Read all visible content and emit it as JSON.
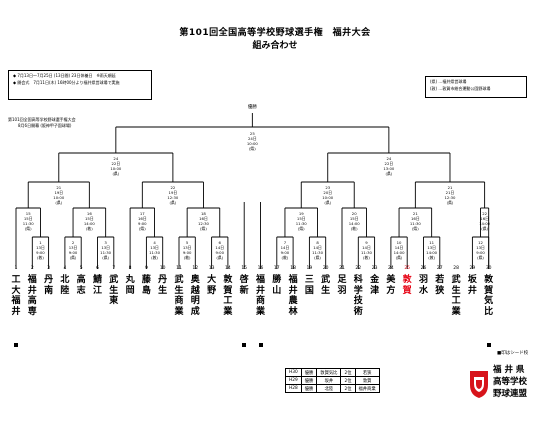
{
  "title": "第101回全国高等学校野球選手権　福井大会",
  "subtitle": "組み合わせ",
  "schedule": {
    "line1": "◆ 7月13日～7月25日 (13日間) 23日休養日　※雨天順延",
    "line2": "◆ 開会式　7月11日(木) 16時00分より福井県営球場で実施"
  },
  "legend": {
    "line1": "(県) …福井県営球場",
    "line2": "(敦) …敦賀市総合運動公園野球場"
  },
  "national_note": {
    "line1": "第101回全国高等学校野球選手権大会",
    "line2": "8月6日開幕 (阪神甲子園球場)"
  },
  "champion_label": "優勝",
  "teams": [
    {
      "num": "1",
      "name": "工大福井",
      "seed": true,
      "highlight": false
    },
    {
      "num": "2",
      "name": "福井高専",
      "seed": false,
      "highlight": false
    },
    {
      "num": "3",
      "name": "丹南",
      "seed": false,
      "highlight": false
    },
    {
      "num": "4",
      "name": "北陸",
      "seed": false,
      "highlight": false
    },
    {
      "num": "5",
      "name": "高志",
      "seed": false,
      "highlight": false
    },
    {
      "num": "6",
      "name": "鯖江",
      "seed": false,
      "highlight": false
    },
    {
      "num": "7",
      "name": "武生東",
      "seed": false,
      "highlight": false
    },
    {
      "num": "8",
      "name": "丸岡",
      "seed": false,
      "highlight": false
    },
    {
      "num": "9",
      "name": "藤島",
      "seed": false,
      "highlight": false
    },
    {
      "num": "10",
      "name": "丹生",
      "seed": false,
      "highlight": false
    },
    {
      "num": "11",
      "name": "武生商業",
      "seed": false,
      "highlight": false
    },
    {
      "num": "12",
      "name": "奥越明成",
      "seed": false,
      "highlight": false
    },
    {
      "num": "13",
      "name": "大野",
      "seed": false,
      "highlight": false
    },
    {
      "num": "14",
      "name": "敦賀工業",
      "seed": false,
      "highlight": false
    },
    {
      "num": "15",
      "name": "啓新",
      "seed": true,
      "highlight": false
    },
    {
      "num": "16",
      "name": "福井商業",
      "seed": true,
      "highlight": false
    },
    {
      "num": "17",
      "name": "勝山",
      "seed": false,
      "highlight": false
    },
    {
      "num": "18",
      "name": "福井農林",
      "seed": false,
      "highlight": false
    },
    {
      "num": "19",
      "name": "三国",
      "seed": false,
      "highlight": false
    },
    {
      "num": "20",
      "name": "武生",
      "seed": false,
      "highlight": false
    },
    {
      "num": "21",
      "name": "足羽",
      "seed": false,
      "highlight": false
    },
    {
      "num": "22",
      "name": "科学技術",
      "seed": false,
      "highlight": false
    },
    {
      "num": "23",
      "name": "金津",
      "seed": false,
      "highlight": false
    },
    {
      "num": "24",
      "name": "美方",
      "seed": false,
      "highlight": false
    },
    {
      "num": "25",
      "name": "敦賀",
      "seed": false,
      "highlight": true
    },
    {
      "num": "26",
      "name": "羽水",
      "seed": false,
      "highlight": false
    },
    {
      "num": "27",
      "name": "若狭",
      "seed": false,
      "highlight": false
    },
    {
      "num": "28",
      "name": "武生工業",
      "seed": false,
      "highlight": false
    },
    {
      "num": "29",
      "name": "坂井",
      "seed": false,
      "highlight": false
    },
    {
      "num": "30",
      "name": "敦賀気比",
      "seed": true,
      "highlight": false
    }
  ],
  "matches": {
    "r1": [
      {
        "no": "1",
        "date": "13日",
        "time": "9:00",
        "venue": "(敦)"
      },
      {
        "no": "2",
        "date": "13日",
        "time": "9:00",
        "venue": "(県)"
      },
      {
        "no": "3",
        "date": "13日",
        "time": "11:30",
        "venue": "(県)"
      },
      {
        "no": "4",
        "date": "13日",
        "time": "11:30",
        "venue": "(敦)"
      },
      {
        "no": "5",
        "date": "13日",
        "time": "9:00",
        "venue": "(敦)"
      },
      {
        "no": "6",
        "date": "14日",
        "time": "9:00",
        "venue": "(県)"
      },
      {
        "no": "7",
        "date": "14日",
        "time": "9:00",
        "venue": "(敦)"
      },
      {
        "no": "8",
        "date": "14日",
        "time": "11:30",
        "venue": "(県)"
      },
      {
        "no": "9",
        "date": "14日",
        "time": "11:30",
        "venue": "(敦)"
      },
      {
        "no": "10",
        "date": "14日",
        "time": "14:00",
        "venue": "(県)"
      },
      {
        "no": "11",
        "date": "13日",
        "time": "14:00",
        "venue": "(敦)"
      },
      {
        "no": "12",
        "date": "13日",
        "time": "9:00",
        "venue": "(県)"
      },
      {
        "no": "13",
        "date": "14日",
        "time": "11:30",
        "venue": "(敦)"
      },
      {
        "no": "14",
        "date": "14日",
        "time": "14:00",
        "venue": "(敦)"
      }
    ],
    "r2": [
      {
        "no": "15",
        "date": "15日",
        "time": "11:30",
        "venue": "(県)"
      },
      {
        "no": "16",
        "date": "15日",
        "time": "14:00",
        "venue": "(敦)"
      },
      {
        "no": "17",
        "date": "16日",
        "time": "9:00",
        "venue": "(県)"
      },
      {
        "no": "18",
        "date": "16日",
        "time": "12:30",
        "venue": "(県)"
      },
      {
        "no": "19",
        "date": "15日",
        "time": "11:30",
        "venue": "(県)"
      },
      {
        "no": "20",
        "date": "15日",
        "time": "14:00",
        "venue": "(敦)"
      },
      {
        "no": "21",
        "date": "16日",
        "time": "11:30",
        "venue": "(県)"
      },
      {
        "no": "22",
        "date": "16日",
        "time": "14:00",
        "venue": "(県)"
      }
    ],
    "r3": [
      {
        "no": "21",
        "date": "19日",
        "time": "10:00",
        "venue": "(県)"
      },
      {
        "no": "22",
        "date": "19日",
        "time": "12:30",
        "venue": "(県)"
      },
      {
        "no": "23",
        "date": "20日",
        "time": "10:00",
        "venue": "(県)"
      },
      {
        "no": "21",
        "date": "21日",
        "time": "12:30",
        "venue": "(県)"
      }
    ],
    "sf": [
      {
        "no": "24",
        "date": "22日",
        "time": "10:00",
        "venue": "(県)"
      },
      {
        "no": "24",
        "date": "22日",
        "time": "13:00",
        "venue": "(県)"
      }
    ],
    "final": {
      "no": "25",
      "date": "24日",
      "time": "10:00",
      "venue": "(県)"
    }
  },
  "seed_note": "■印はシード校",
  "history": [
    [
      "H30",
      "優勝",
      "敦賀気比",
      "2位",
      "若狭"
    ],
    [
      "H29",
      "優勝",
      "坂井",
      "2位",
      "敦賀"
    ],
    [
      "H28",
      "優勝",
      "北陸",
      "2位",
      "福井商業"
    ]
  ],
  "logo": {
    "line1": "福 井 県",
    "line2": "高等学校",
    "line3": "野球連盟"
  },
  "colors": {
    "highlight": "#e60012",
    "logo_red": "#d7141b"
  }
}
